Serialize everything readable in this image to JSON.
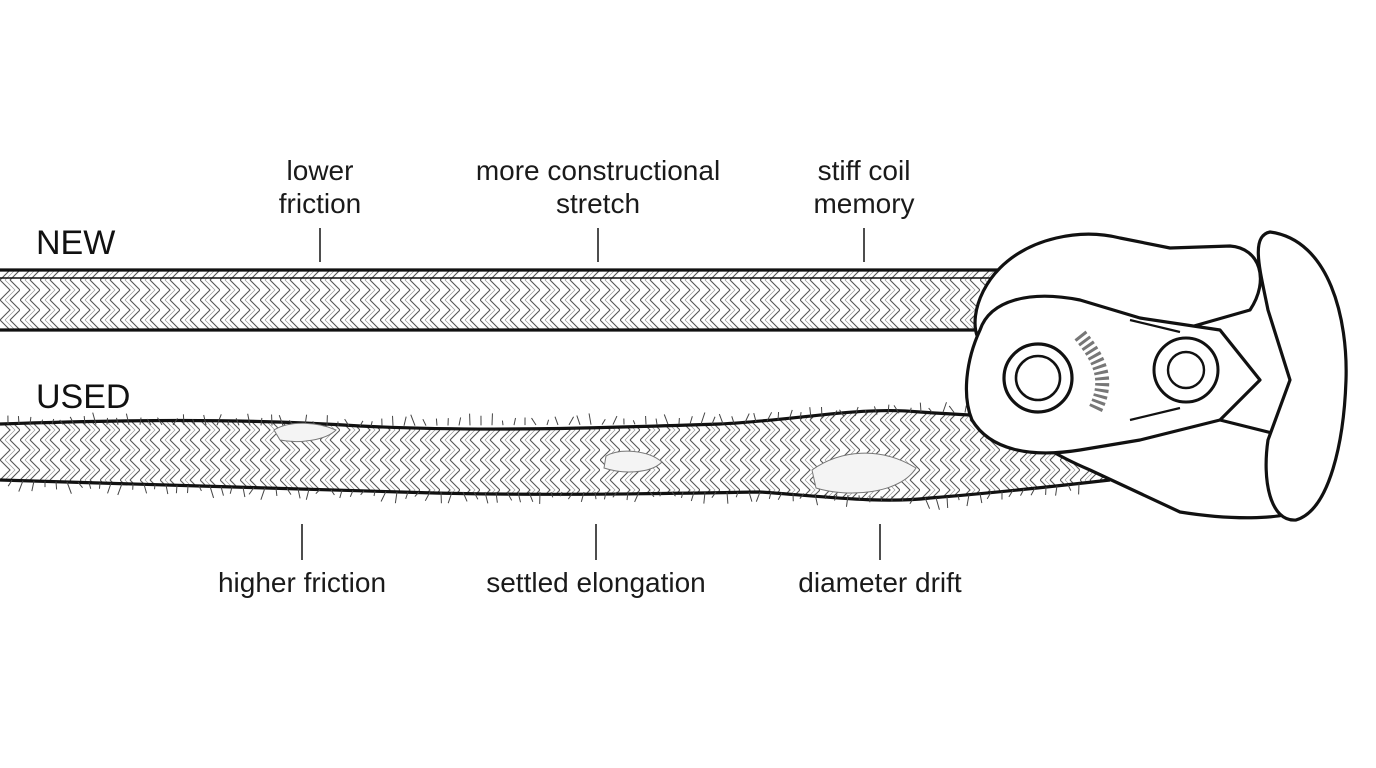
{
  "rows": {
    "new": {
      "label": "NEW",
      "callouts": [
        "lower\nfriction",
        "more constructional\nstretch",
        "stiff coil\nmemory"
      ]
    },
    "used": {
      "label": "USED",
      "callouts": [
        "higher friction",
        "settled elongation",
        "diameter drift"
      ]
    }
  },
  "icons": {
    "device": "belay-device-icon",
    "wear_patches": "abrasion-patch-icon"
  }
}
